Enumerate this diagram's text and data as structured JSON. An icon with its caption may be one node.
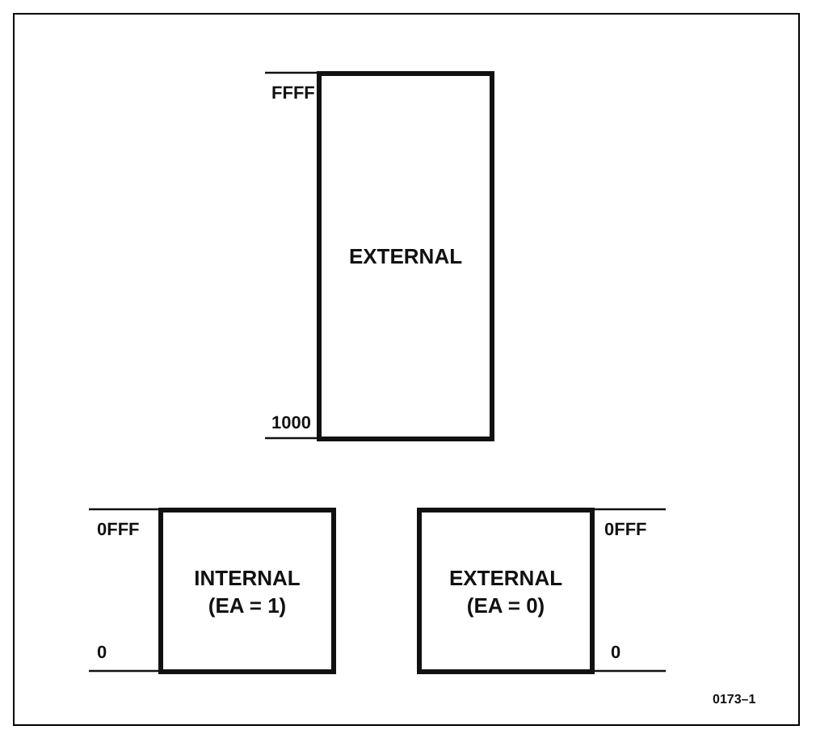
{
  "diagram": {
    "nodes": [
      {
        "text": [
          "EXTERNAL"
        ],
        "beside": [
          "FFFF",
          "1000"
        ]
      },
      {
        "text": [
          "INTERNAL (EA = 1)"
        ],
        "beside": [
          "0FFF",
          "0"
        ]
      },
      {
        "text": [
          "EXTERNAL (EA = 0)"
        ],
        "beside": [
          "0FFF",
          "0"
        ]
      }
    ],
    "labels": [
      "0173–1"
    ]
  }
}
